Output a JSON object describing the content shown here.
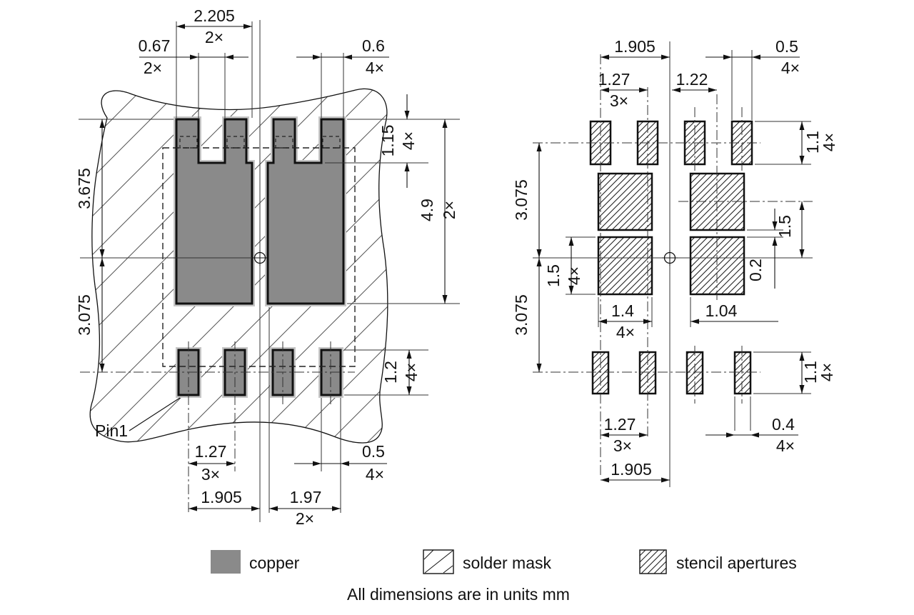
{
  "note": "All dimensions are in units mm",
  "legend": {
    "copper": "copper",
    "solder_mask": "solder mask",
    "stencil_apertures": "stencil apertures"
  },
  "colors": {
    "copper": "#8a8a8a",
    "mask_opening": "#c6c6c6",
    "line": "#111111"
  },
  "left": {
    "pin1": "Pin1",
    "dims": {
      "pad_width": {
        "v": "2.205",
        "n": "2×"
      },
      "notch_width": {
        "v": "0.67",
        "n": "2×"
      },
      "notch_edge_offset": {
        "v": "0.6",
        "n": "4×"
      },
      "notch_depth": {
        "v": "1.15",
        "n": "4×"
      },
      "pad_height": {
        "v": "4.9",
        "n": "2×"
      },
      "center_to_pad_top": {
        "v": "3.675"
      },
      "center_to_pin_row": {
        "v": "3.075"
      },
      "pin_pad_height": {
        "v": "1.2",
        "n": "4×"
      },
      "pin_pitch": {
        "v": "1.27",
        "n": "3×"
      },
      "pin_pad_width": {
        "v": "0.5",
        "n": "4×"
      },
      "pin1_to_center": {
        "v": "1.905"
      },
      "pad_span": {
        "v": "1.97",
        "n": "2×"
      }
    }
  },
  "right": {
    "dims": {
      "center_offset_top": {
        "v": "1.905"
      },
      "ap_small_width_top": {
        "v": "0.5",
        "n": "4×"
      },
      "ap_pitch_top": {
        "v": "1.27",
        "n": "3×"
      },
      "col_center_offset": {
        "v": "1.22"
      },
      "ap_small_height_top": {
        "v": "1.1",
        "n": "4×"
      },
      "center_to_row_top": {
        "v": "3.075"
      },
      "ap_large_height": {
        "v": "1.5",
        "n": "4×"
      },
      "ap_large_center_offset": {
        "v": "1.5"
      },
      "row_gap": {
        "v": "0.2"
      },
      "ap_large_width": {
        "v": "1.4",
        "n": "4×"
      },
      "col_gap": {
        "v": "1.04"
      },
      "center_to_row_bottom": {
        "v": "3.075"
      },
      "ap_pitch_bottom": {
        "v": "1.27",
        "n": "3×"
      },
      "ap_small_width_bottom": {
        "v": "0.4",
        "n": "4×"
      },
      "ap_small_height_bottom": {
        "v": "1.1",
        "n": "4×"
      },
      "center_offset_bottom": {
        "v": "1.905"
      }
    }
  }
}
